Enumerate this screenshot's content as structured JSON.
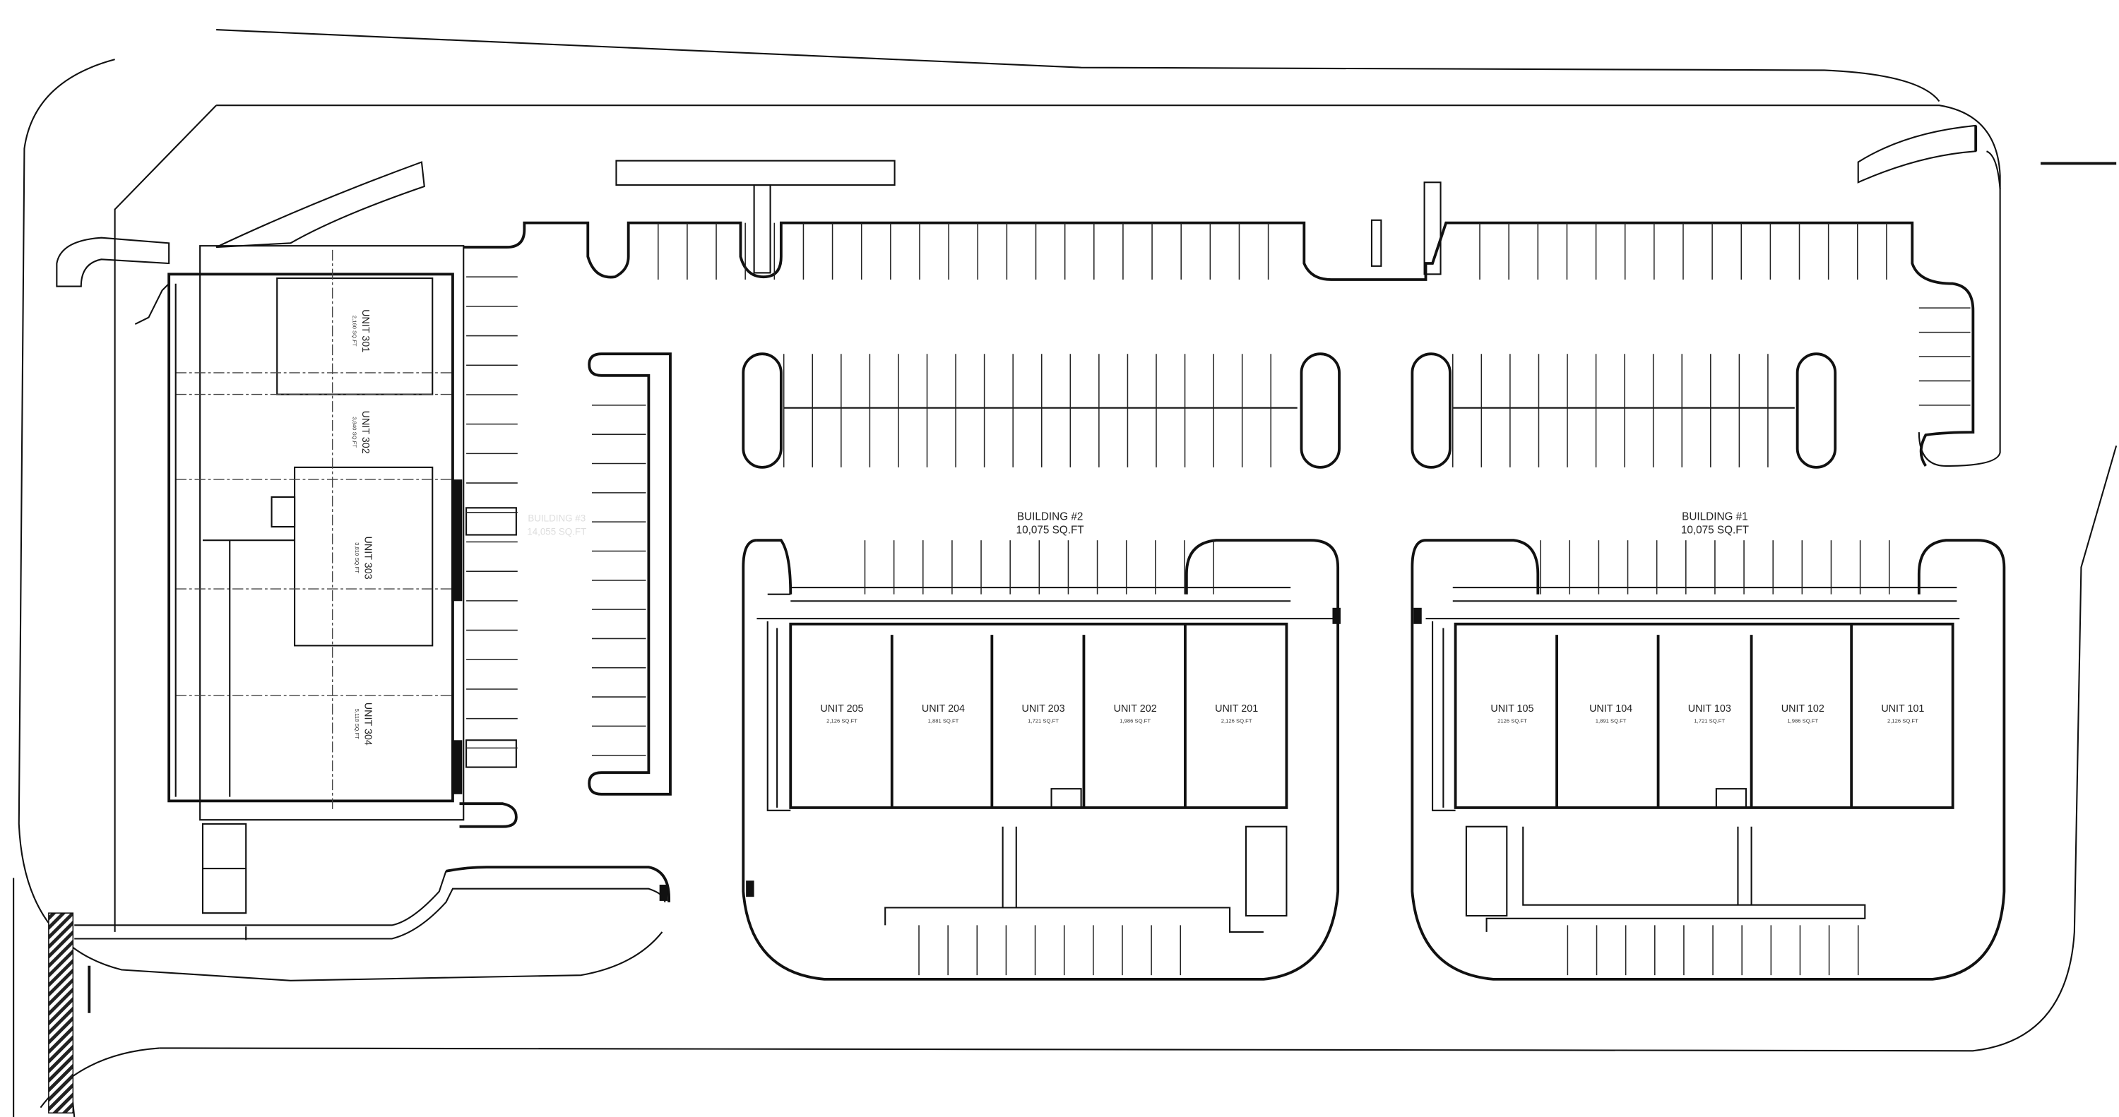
{
  "site_plan": {
    "buildings": [
      {
        "name": "BUILDING #1",
        "area": "10,075 SQ.FT",
        "units": [
          {
            "name": "UNIT 105",
            "area": "2126 SQ.FT"
          },
          {
            "name": "UNIT 104",
            "area": "1,891 SQ.FT"
          },
          {
            "name": "UNIT 103",
            "area": "1,721 SQ.FT"
          },
          {
            "name": "UNIT 102",
            "area": "1,986 SQ.FT"
          },
          {
            "name": "UNIT 101",
            "area": "2,126 SQ.FT"
          }
        ]
      },
      {
        "name": "BUILDING #2",
        "area": "10,075 SQ.FT",
        "units": [
          {
            "name": "UNIT 205",
            "area": "2,126 SQ.FT"
          },
          {
            "name": "UNIT 204",
            "area": "1,881 SQ.FT"
          },
          {
            "name": "UNIT 203",
            "area": "1,721 SQ.FT"
          },
          {
            "name": "UNIT 202",
            "area": "1,986 SQ.FT"
          },
          {
            "name": "UNIT 201",
            "area": "2,126 SQ.FT"
          }
        ]
      },
      {
        "name": "BUILDING #3",
        "area": "14,055 SQ.FT",
        "units": [
          {
            "name": "UNIT 301",
            "area": "2,160 SQ.FT"
          },
          {
            "name": "UNIT 302",
            "area": "3,840 SQ.FT"
          },
          {
            "name": "UNIT 303",
            "area": "3,810 SQ.FT"
          },
          {
            "name": "UNIT 304",
            "area": "5,118 SQ.FT"
          }
        ]
      }
    ]
  }
}
